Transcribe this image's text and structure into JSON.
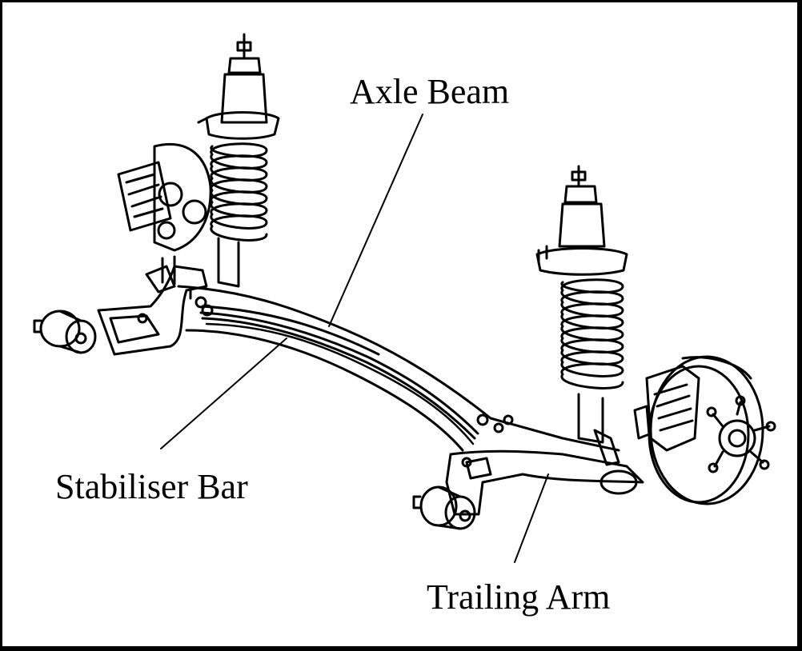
{
  "labels": {
    "axle_beam": "Axle Beam",
    "stabiliser_bar": "Stabiliser Bar",
    "trailing_arm": "Trailing Arm"
  },
  "colors": {
    "ink": "#000000",
    "paper": "#ffffff"
  }
}
